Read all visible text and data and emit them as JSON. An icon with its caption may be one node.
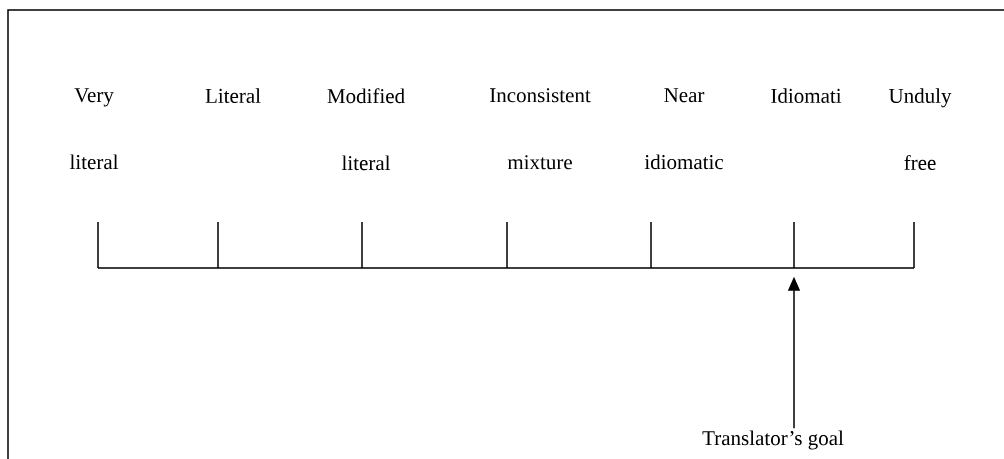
{
  "diagram": {
    "nodes": [
      {
        "text": [],
        "shape": "bar"
      },
      {
        "text": [
          "Translator’s goal"
        ]
      }
    ],
    "edges": [
      {
        "from": 1,
        "to": 0,
        "arrow": "to"
      }
    ],
    "labels": [
      "Very literal",
      "Literal",
      "Modified literal",
      "Inconsistent mixture",
      "Near idiomatic",
      "Idiomati",
      "Unduly free"
    ]
  }
}
